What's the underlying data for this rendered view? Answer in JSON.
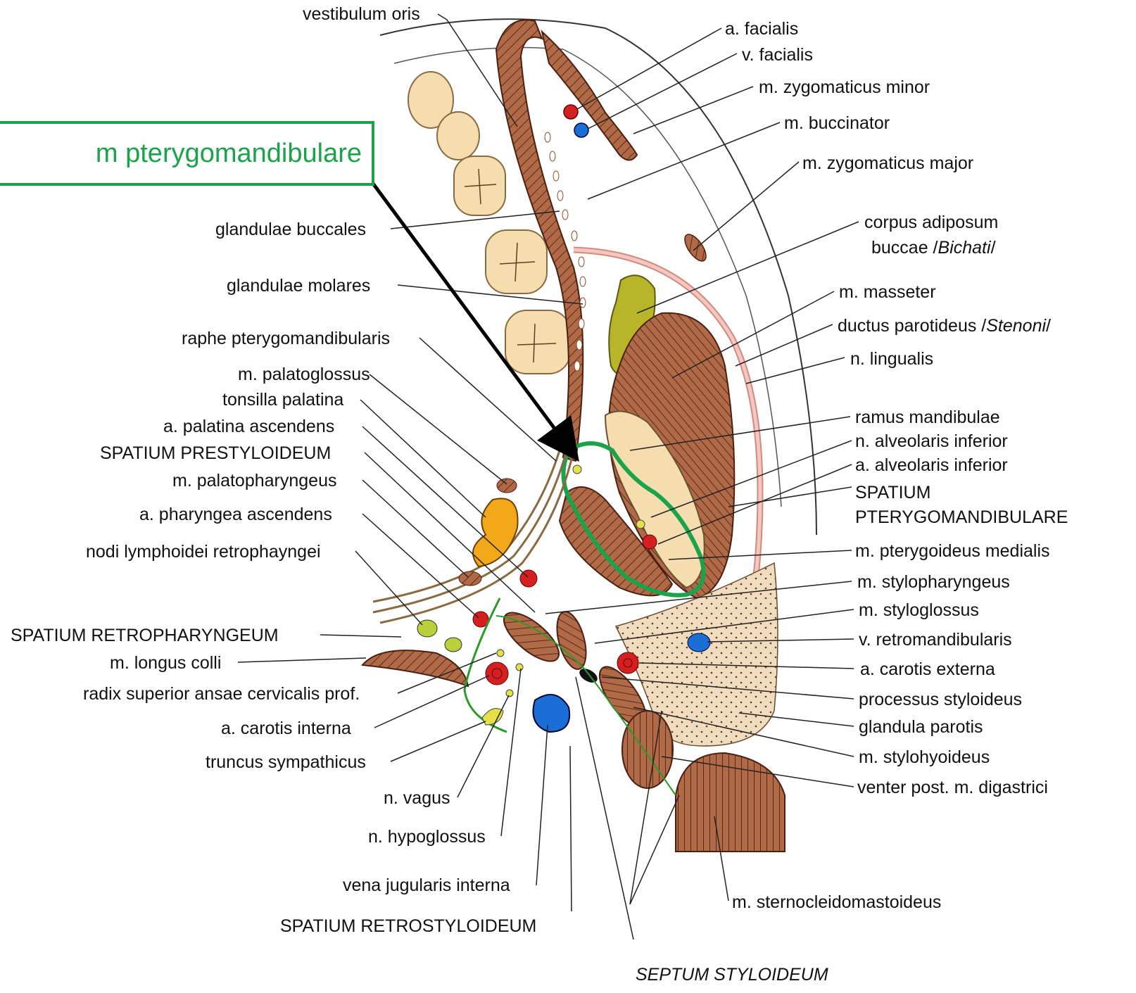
{
  "callout": {
    "text": "m pterygomandibulare",
    "color": "#1aa34a"
  },
  "labels": {
    "vestibulum_oris": "vestibulum oris",
    "a_facialis": "a. facialis",
    "v_facialis": "v. facialis",
    "m_zygomaticus_minor": "m. zygomaticus minor",
    "m_buccinator": "m. buccinator",
    "m_zygomaticus_major": "m. zygomaticus major",
    "corpus_adiposum": "corpus adiposum",
    "buccae_prefix": "buccae /",
    "buccae_italic": "Bichati",
    "buccae_suffix": "/",
    "m_masseter": "m. masseter",
    "ductus_prefix": "ductus parotideus /",
    "ductus_italic": "Stenoni",
    "ductus_suffix": "/",
    "n_lingualis": "n. lingualis",
    "ramus_mandibulae": "ramus mandibulae",
    "n_alveolaris_inferior": "n. alveolaris inferior",
    "a_alveolaris_inferior": "a. alveolaris inferior",
    "spatium_ptm_1": "SPATIUM",
    "spatium_ptm_2": "PTERYGOMANDIBULARE",
    "m_pterygoideus_medialis": "m. pterygoideus medialis",
    "m_stylopharyngeus": "m. stylopharyngeus",
    "m_styloglossus": "m. styloglossus",
    "v_retromandibularis": "v. retromandibularis",
    "a_carotis_externa": "a. carotis externa",
    "processus_styloideus": "processus styloideus",
    "glandula_parotis": "glandula parotis",
    "m_stylohyoideus": "m. stylohyoideus",
    "venter_post": "venter post. m. digastrici",
    "m_sternocleidomastoideus": "m. sternocleidomastoideus",
    "septum_styloideum": "SEPTUM STYLOIDEUM",
    "spatium_retrostyloideum": "SPATIUM RETROSTYLOIDEUM",
    "vena_jugularis_interna": "vena jugularis interna",
    "n_hypoglossus": "n. hypoglossus",
    "n_vagus": "n. vagus",
    "truncus_sympathicus": "truncus sympathicus",
    "a_carotis_interna": "a. carotis interna",
    "radix_superior": "radix superior ansae cervicalis prof.",
    "m_longus_colli": "m. longus colli",
    "spatium_retropharyngeum": "SPATIUM RETROPHARYNGEUM",
    "nodi_lymphoidei": "nodi lymphoidei retrophayngei",
    "a_pharyngea_ascendens": "a. pharyngea ascendens",
    "m_palatopharyngeus": "m. palatopharyngeus",
    "spatium_prestyloideum": "SPATIUM PRESTYLOIDEUM",
    "a_palatina_ascendens": "a. palatina ascendens",
    "tonsilla_palatina": "tonsilla palatina",
    "m_palatoglossus": "m. palatoglossus",
    "raphe": "raphe pterygomandibularis",
    "glandulae_molares": "glandulae molares",
    "glandulae_buccales": "glandulae buccales"
  },
  "colors": {
    "muscle": "#b06a48",
    "tooth": "#f6ddb0",
    "artery": "#d42020",
    "vein": "#1a6fd6",
    "nerve": "#e3e04a",
    "gland": "#f2dcc0",
    "fat": "#b9b52a",
    "tonsil": "#f3a81a",
    "septum": "#2a9a2a",
    "highlight": "#1aa34a",
    "pointer": "#000000"
  }
}
